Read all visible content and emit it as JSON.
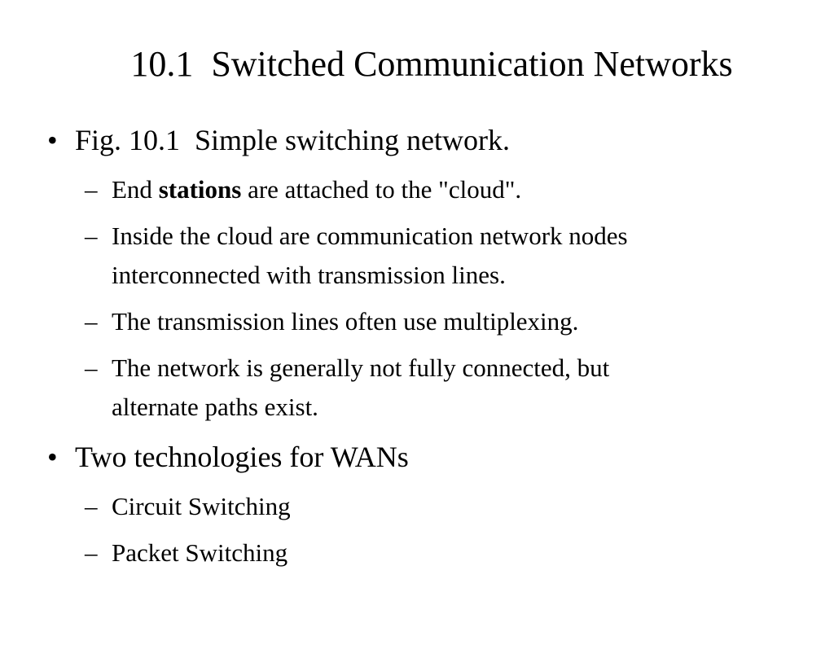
{
  "slide": {
    "title": "10.1  Switched Communication Networks",
    "bullet_glyph": "•",
    "dash_glyph": "–",
    "points": [
      {
        "text": "Fig. 10.1  Simple switching network.",
        "subpoints": [
          {
            "before": "End ",
            "bold": "stations",
            "after": " are attached to the \"cloud\"."
          },
          {
            "line1": "Inside the cloud are communication network nodes",
            "line2": "interconnected with transmission lines."
          },
          {
            "line1": "The transmission lines often use multiplexing."
          },
          {
            "line1": "The network is generally not fully connected, but",
            "line2": "alternate paths exist."
          }
        ]
      },
      {
        "text": "Two technologies for WANs",
        "subpoints": [
          {
            "line1": "Circuit Switching"
          },
          {
            "line1": "Packet Switching"
          }
        ]
      }
    ]
  }
}
